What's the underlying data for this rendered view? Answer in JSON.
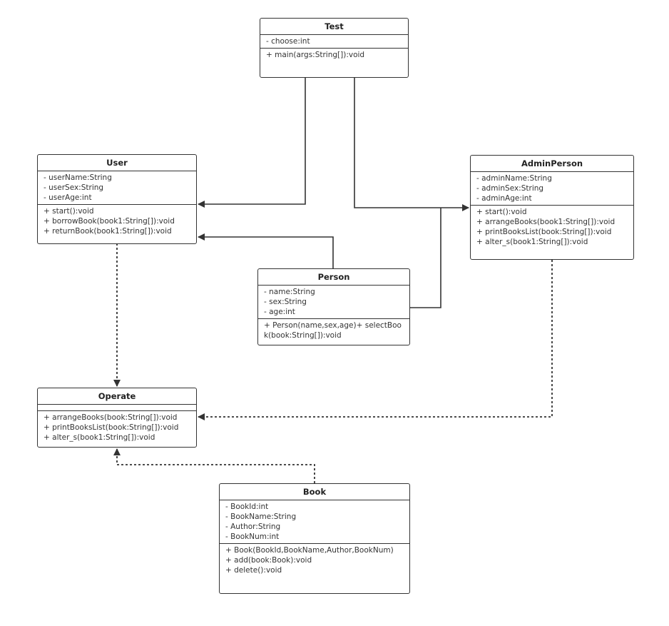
{
  "classes": {
    "test": {
      "name": "Test",
      "attributes": [
        "- choose:int"
      ],
      "methods": [
        "+ main(args:String[]):void"
      ]
    },
    "user": {
      "name": "User",
      "attributes": [
        "- userName:String",
        "- userSex:String",
        "- userAge:int"
      ],
      "methods": [
        "+ start():void",
        "+ borrowBook(book1:String[]):void",
        "+ returnBook(book1:String[]):void"
      ]
    },
    "admin": {
      "name": "AdminPerson",
      "attributes": [
        "- adminName:String",
        "- adminSex:String",
        "- adminAge:int"
      ],
      "methods": [
        "+ start():void",
        "+ arrangeBooks(book1:String[]):void",
        "+ printBooksList(book:String[]):void",
        "+ alter_s(book1:String[]):void"
      ]
    },
    "person": {
      "name": "Person",
      "attributes": [
        "- name:String",
        "- sex:String",
        "- age:int"
      ],
      "methods": [
        "+ Person(name,sex,age)+ selectBook(book:String[]):void"
      ]
    },
    "operate": {
      "name": "Operate",
      "attributes": [],
      "methods": [
        "+ arrangeBooks(book:String[]):void",
        "+ printBooksList(book:String[]):void",
        "+ alter_s(book1:String[]):void"
      ]
    },
    "book": {
      "name": "Book",
      "attributes": [
        "- BookId:int",
        "- BookName:String",
        "- Author:String",
        "- BookNum:int"
      ],
      "methods": [
        "+ Book(BookId,BookName,Author,BookNum)",
        "+ add(book:Book):void",
        "+ delete():void"
      ]
    }
  },
  "colors": {
    "line": "#333333",
    "border": "#333333",
    "text": "#333333"
  }
}
